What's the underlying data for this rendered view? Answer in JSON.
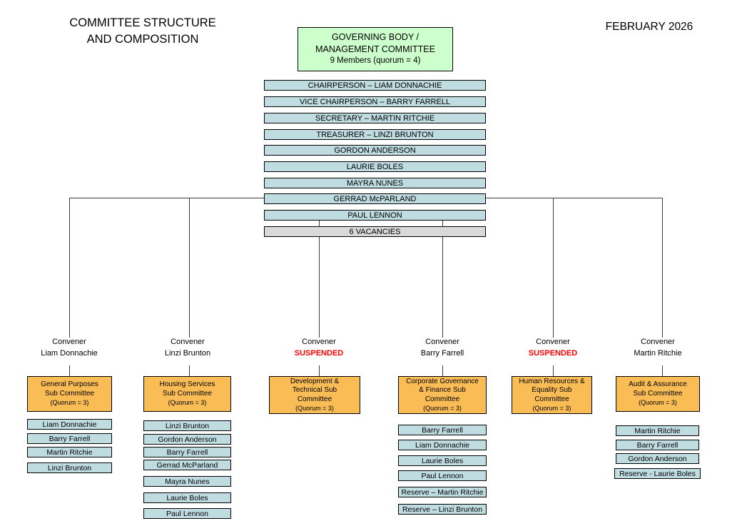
{
  "header": {
    "title_line1": "COMMITTEE STRUCTURE",
    "title_line2": "AND COMPOSITION",
    "date": "FEBRUARY 2026"
  },
  "governing_body": {
    "title_line1": "GOVERNING BODY /",
    "title_line2": "MANAGEMENT COMMITTEE",
    "quorum_note": "9 Members (quorum = 4)",
    "members": [
      "CHAIRPERSON – LIAM DONNACHIE",
      "VICE CHAIRPERSON – BARRY FARRELL",
      "SECRETARY – MARTIN RITCHIE",
      "TREASURER – LINZI BRUNTON",
      "GORDON ANDERSON",
      "LAURIE BOLES",
      "MAYRA NUNES",
      "GERRAD McPARLAND",
      "PAUL LENNON"
    ],
    "vacancies": "6 VACANCIES"
  },
  "subcommittees": [
    {
      "convener_label": "Convener",
      "convener_name": "Liam Donnachie",
      "suspended": false,
      "name_lines": [
        "General Purposes",
        "Sub Committee"
      ],
      "quorum": "(Quorum = 3)",
      "members": [
        "Liam Donnachie",
        "Barry Farrell",
        "Martin Ritchie",
        "Linzi Brunton"
      ]
    },
    {
      "convener_label": "Convener",
      "convener_name": "Linzi Brunton",
      "suspended": false,
      "name_lines": [
        "Housing Services",
        "Sub Committee"
      ],
      "quorum": "(Quorum = 3)",
      "members": [
        "Linzi Brunton",
        "Gordon Anderson",
        "Barry Farrell",
        "Gerrad McParland",
        "Mayra Nunes",
        "Laurie Boles",
        "Paul Lennon"
      ]
    },
    {
      "convener_label": "Convener",
      "convener_name": "SUSPENDED",
      "suspended": true,
      "name_lines": [
        "Development &",
        "Technical Sub",
        "Committee"
      ],
      "quorum": "(Quorum = 3)",
      "members": []
    },
    {
      "convener_label": "Convener",
      "convener_name": "Barry Farrell",
      "suspended": false,
      "name_lines": [
        "Corporate Governance",
        "& Finance Sub",
        "Committee"
      ],
      "quorum": "(Quorum = 3)",
      "members": [
        "Barry Farrell",
        "Liam Donnachie",
        "Laurie Boles",
        "Paul Lennon",
        "Reserve – Martin Ritchie",
        "Reserve – Linzi Brunton"
      ]
    },
    {
      "convener_label": "Convener",
      "convener_name": "SUSPENDED",
      "suspended": true,
      "name_lines": [
        "Human Resources &",
        "Equality Sub",
        "Committee"
      ],
      "quorum": "(Quorum = 3)",
      "members": []
    },
    {
      "convener_label": "Convener",
      "convener_name": "Martin Ritchie",
      "suspended": false,
      "name_lines": [
        "Audit & Assurance",
        "Sub Committee"
      ],
      "quorum": "(Quorum = 3)",
      "members": [
        "Martin Ritchie",
        "Barry Farrell",
        "Gordon Anderson",
        "Reserve - Laurie Boles"
      ]
    }
  ],
  "colors": {
    "governing_body_fill": "#CCFFCC",
    "member_fill": "#BFDCE1",
    "vacancy_fill": "#D9D9D9",
    "subcommittee_fill": "#FABD56",
    "suspended_text": "#FF0000",
    "connector": "#3a3a3a"
  }
}
